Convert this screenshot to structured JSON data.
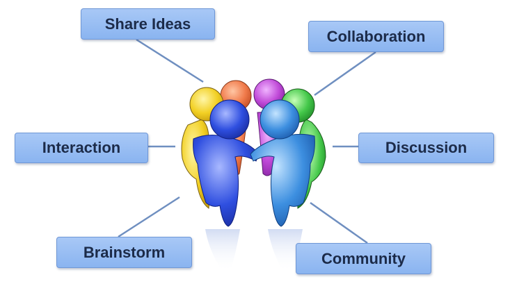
{
  "labels": {
    "share_ideas": "Share Ideas",
    "collaboration": "Collaboration",
    "interaction": "Interaction",
    "discussion": "Discussion",
    "brainstorm": "Brainstorm",
    "community": "Community"
  },
  "colors": {
    "box_fill": "#98bdf3",
    "box_border": "#6f97d6",
    "connector": "#6f8fc0",
    "figure_yellow": "#f2d024",
    "figure_orange": "#f07a4a",
    "figure_purple": "#c04ad8",
    "figure_green": "#44c84a",
    "figure_blue_dark": "#2f4fe0",
    "figure_blue_light": "#3d8fe0"
  },
  "icons": {
    "central_graphic": "group-of-people-huddle-icon"
  }
}
